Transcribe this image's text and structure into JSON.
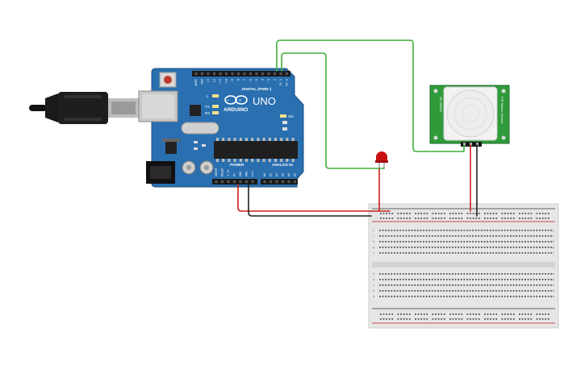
{
  "arduino": {
    "logo_text": "ARDUINO",
    "model": "UNO",
    "digital_header_label": "DIGITAL (PWM~)",
    "power_header_label": "POWER",
    "analog_header_label": "ANALOG IN",
    "digital_pins": [
      "AREF",
      "GND",
      "13",
      "12",
      "~11",
      "~10",
      "~9",
      "8",
      "7",
      "~6",
      "~5",
      "4",
      "~3",
      "2",
      "TX 1",
      "RX 0"
    ],
    "power_pins": [
      "IOREF",
      "RESET",
      "3.3V",
      "5V",
      "GND",
      "GND",
      "Vin"
    ],
    "analog_pins": [
      "A0",
      "A1",
      "A2",
      "A3",
      "A4",
      "A5"
    ],
    "led_labels": [
      "L",
      "TX",
      "RX",
      "ON"
    ]
  },
  "pir_sensor": {
    "left_label": "HC-SR501",
    "right_label": "PIR Motion Sensor"
  },
  "breadboard": {
    "row_letters_top": [
      "j",
      "i",
      "h",
      "g",
      "f"
    ],
    "row_letters_bottom": [
      "e",
      "d",
      "c",
      "b",
      "a"
    ]
  },
  "colors": {
    "arduino_board": "#2a6fb0",
    "pir_board": "#2f9a3a",
    "wire_green": "#3fae3c",
    "wire_red": "#cc1f1f",
    "wire_black": "#222222",
    "led_red": "#c81010",
    "breadboard": "#e6e6e6"
  }
}
